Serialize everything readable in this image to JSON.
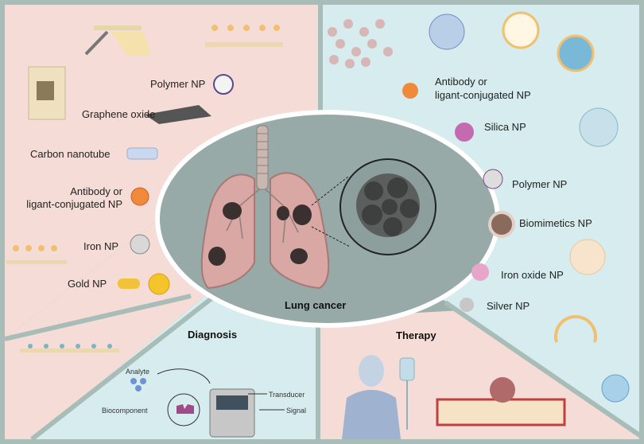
{
  "diagram": {
    "center_label": "Lung cancer",
    "sections": {
      "diagnosis": "Diagnosis",
      "therapy": "Therapy"
    },
    "diagnosis_materials": [
      "Polymer NP",
      "Graphene oxide",
      "Carbon nanotube",
      "Antibody or",
      "ligant-conjugated NP",
      "Iron NP",
      "Gold NP"
    ],
    "therapy_materials": [
      "Antibody or",
      "ligant-conjugated NP",
      "Silica NP",
      "Polymer NP",
      "Biomimetics NP",
      "Iron oxide NP",
      "Silver NP"
    ],
    "biosensor": {
      "analyte": "Analyte",
      "biocomponent": "Biocomponent",
      "transducer": "Transducer",
      "signal": "Signal"
    }
  },
  "colors": {
    "diagnosis_bg": "#f6dcd6",
    "therapy_bg": "#d6ecee",
    "border": "#a8bcb8",
    "center_bg": "#97aaa7",
    "tumor": "#3a3030"
  }
}
